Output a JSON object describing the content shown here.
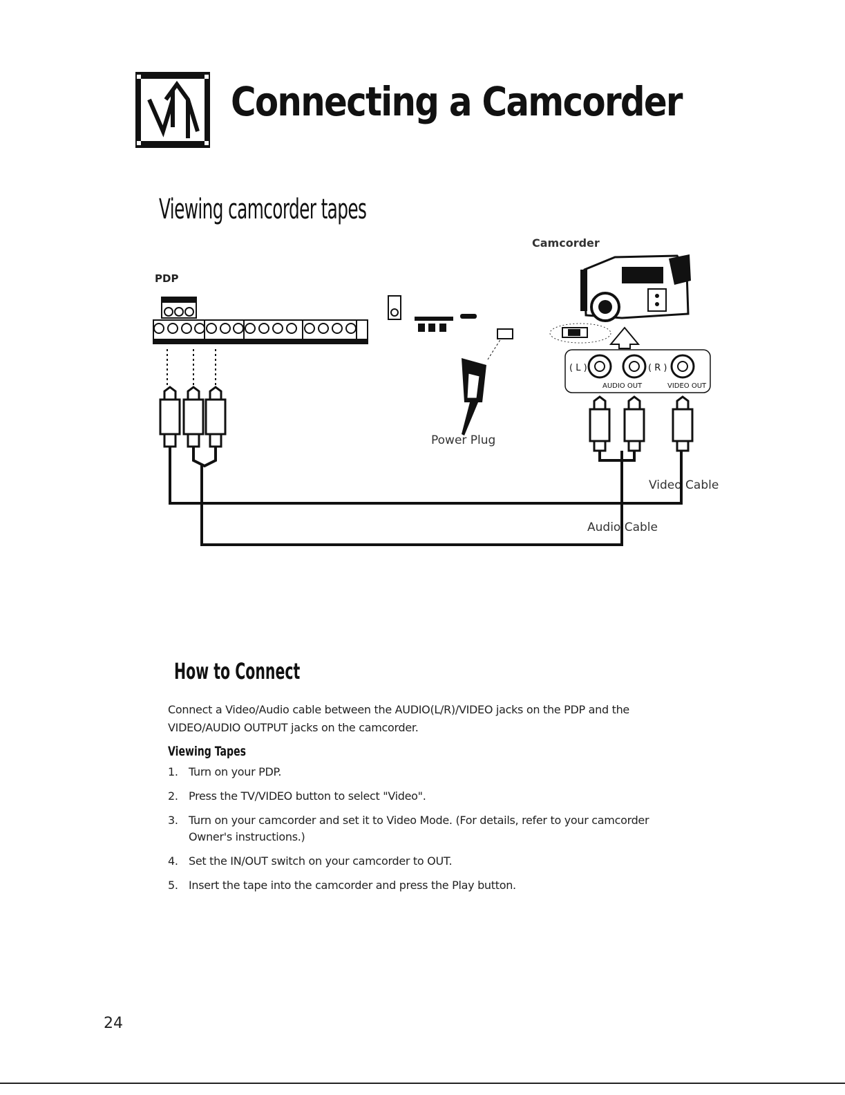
{
  "header": {
    "title": "Connecting a Camcorder"
  },
  "section": {
    "title": "Viewing camcorder tapes"
  },
  "diagram": {
    "labels": {
      "pdp": "PDP",
      "camcorder": "Camcorder",
      "power_plug": "Power Plug",
      "video_cable": "Video Cable",
      "audio_cable": "Audio Cable",
      "jack_l": "( L )",
      "jack_r": "( R )",
      "audio_out": "AUDIO OUT",
      "video_out": "VIDEO OUT"
    }
  },
  "how_to": {
    "title": "How to Connect",
    "intro": "Connect a Video/Audio cable between the AUDIO(L/R)/VIDEO jacks on the PDP and the VIDEO/AUDIO OUTPUT jacks on the camcorder.",
    "subhead": "Viewing Tapes",
    "steps": [
      {
        "num": "1.",
        "text": "Turn on your PDP."
      },
      {
        "num": "2.",
        "text": "Press the TV/VIDEO button to select \"Video\"."
      },
      {
        "num": "3.",
        "text": "Turn on your camcorder and set it to Video Mode. (For details, refer to your camcorder Owner's instructions.)"
      },
      {
        "num": "4.",
        "text": "Set the IN/OUT switch on your camcorder to OUT."
      },
      {
        "num": "5.",
        "text": "Insert the tape into the camcorder and press the Play button."
      }
    ]
  },
  "footer": {
    "page_number": "24"
  },
  "icons": {
    "chapter": "up-down-arrows-icon"
  }
}
